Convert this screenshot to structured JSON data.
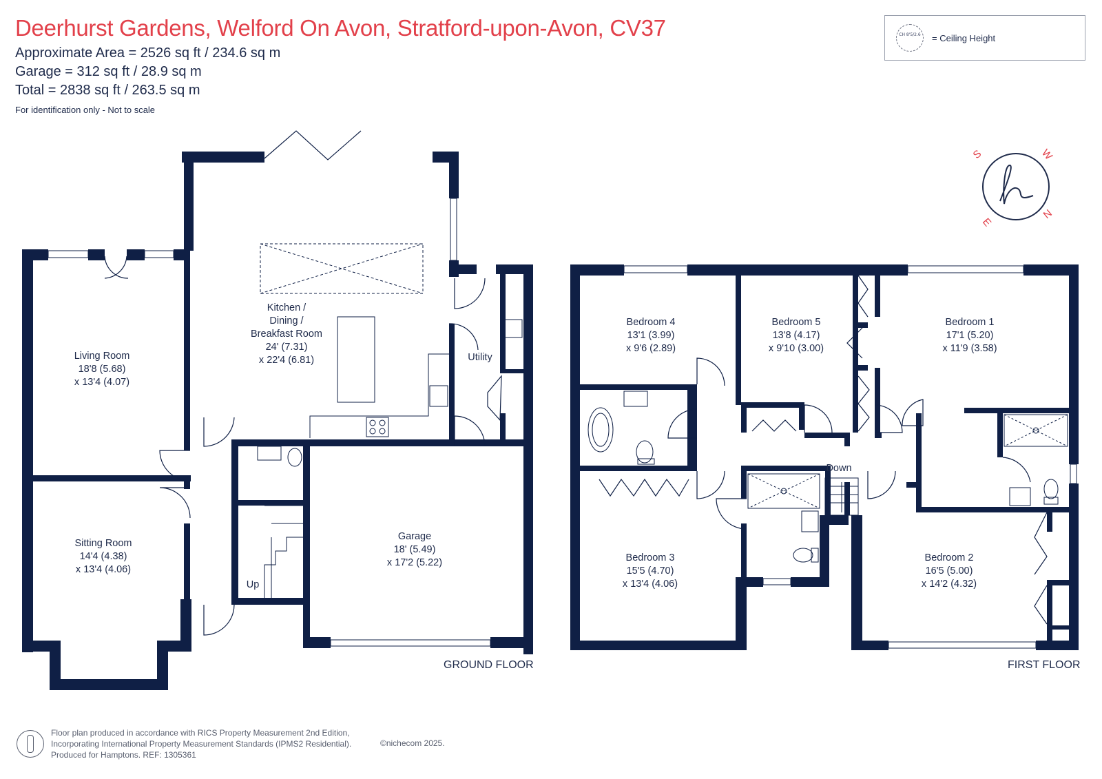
{
  "header": {
    "title": "Deerhurst Gardens, Welford On Avon, Stratford-upon-Avon, CV37",
    "area": "Approximate Area = 2526 sq ft / 234.6 sq m",
    "garage": "Garage = 312 sq ft / 28.9 sq m",
    "total": "Total = 2838 sq ft / 263.5 sq m",
    "note": "For identification only - Not to scale"
  },
  "legend": {
    "symbol": "CH 8'5/2.6",
    "label": "= Ceiling Height"
  },
  "compass": {
    "s": "S",
    "w": "W",
    "n": "N",
    "e": "E",
    "brand": "h"
  },
  "colors": {
    "wall": "#0f1f45",
    "title": "#e2404a",
    "text": "#1e2a4a"
  },
  "ground_floor": {
    "label": "GROUND FLOOR",
    "rooms": [
      {
        "name": "Living Room",
        "dims1": "18'8 (5.68)",
        "dims2": "x 13'4 (4.07)"
      },
      {
        "name": "Sitting Room",
        "dims1": "14'4 (4.38)",
        "dims2": "x 13'4 (4.06)"
      },
      {
        "name": "Kitchen /",
        "name2": "Dining /",
        "name3": "Breakfast Room",
        "dims1": "24' (7.31)",
        "dims2": "x 22'4 (6.81)"
      },
      {
        "name": "Utility"
      },
      {
        "name": "Garage",
        "dims1": "18' (5.49)",
        "dims2": "x 17'2 (5.22)"
      }
    ],
    "stairs_label": "Up"
  },
  "first_floor": {
    "label": "FIRST FLOOR",
    "rooms": [
      {
        "name": "Bedroom 4",
        "dims1": "13'1 (3.99)",
        "dims2": "x 9'6 (2.89)"
      },
      {
        "name": "Bedroom 5",
        "dims1": "13'8 (4.17)",
        "dims2": "x 9'10 (3.00)"
      },
      {
        "name": "Bedroom 1",
        "dims1": "17'1 (5.20)",
        "dims2": "x 11'9 (3.58)"
      },
      {
        "name": "Bedroom 3",
        "dims1": "15'5 (4.70)",
        "dims2": "x 13'4 (4.06)"
      },
      {
        "name": "Bedroom 2",
        "dims1": "16'5 (5.00)",
        "dims2": "x 14'2 (4.32)"
      }
    ],
    "stairs_label": "Down"
  },
  "footer": {
    "line1": "Floor plan produced in accordance with RICS Property Measurement 2nd Edition,",
    "line2": "Incorporating International Property Measurement Standards (IPMS2 Residential).",
    "line3": "Produced for Hamptons.   REF: 1305361",
    "copyright": "©nichecom 2025."
  }
}
